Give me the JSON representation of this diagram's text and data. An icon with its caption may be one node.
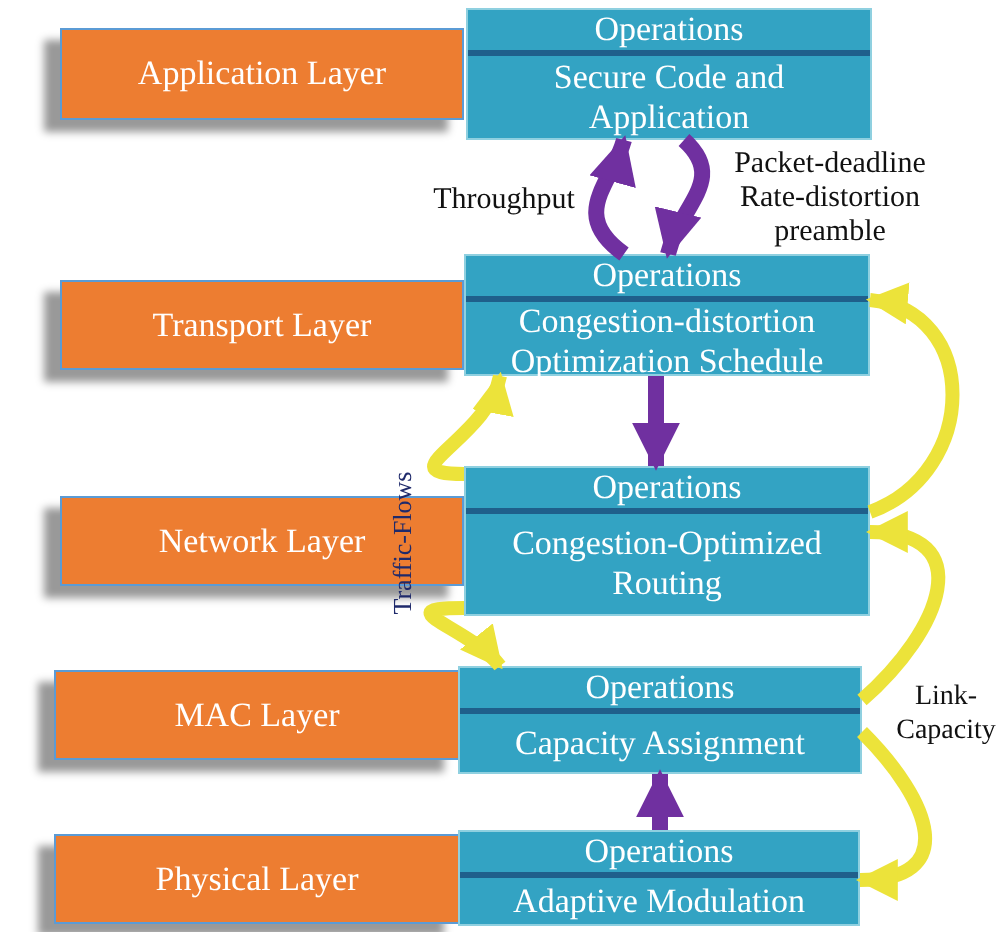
{
  "diagram": {
    "nodes": [
      {
        "text": [
          "Application Layer"
        ]
      },
      {
        "text": [
          "Operations",
          "Secure Code and Application"
        ]
      },
      {
        "text": [
          "Transport Layer"
        ]
      },
      {
        "text": [
          "Operations",
          "Congestion-distortion Optimization Schedule"
        ]
      },
      {
        "text": [
          "Network Layer"
        ]
      },
      {
        "text": [
          "Operations",
          "Congestion-Optimized Routing"
        ]
      },
      {
        "text": [
          "MAC Layer"
        ]
      },
      {
        "text": [
          "Operations",
          "Capacity Assignment"
        ]
      },
      {
        "text": [
          "Physical Layer"
        ]
      },
      {
        "text": [
          "Operations",
          "Adaptive Modulation"
        ]
      }
    ],
    "edges": [
      {
        "from": 3,
        "to": 1,
        "arrow": "to",
        "label": "Throughput",
        "color": "#7030a0"
      },
      {
        "from": 1,
        "to": 3,
        "arrow": "to",
        "label": "Packet-deadline Rate-distortion preamble",
        "color": "#7030a0"
      },
      {
        "from": 3,
        "to": 5,
        "arrow": "to",
        "color": "#7030a0"
      },
      {
        "from": 9,
        "to": 7,
        "arrow": "to",
        "color": "#7030a0"
      },
      {
        "from": 5,
        "to": 3,
        "arrow": "to"
      },
      {
        "from": 5,
        "to": 7,
        "arrow": "to"
      },
      {
        "from": 5,
        "to": 3,
        "arrow": "to"
      },
      {
        "from": 7,
        "to": 5,
        "arrow": "to"
      },
      {
        "from": 7,
        "to": 9,
        "arrow": "to"
      }
    ],
    "labels": [
      "Traffic-Flows",
      "Link-Capacity"
    ]
  }
}
